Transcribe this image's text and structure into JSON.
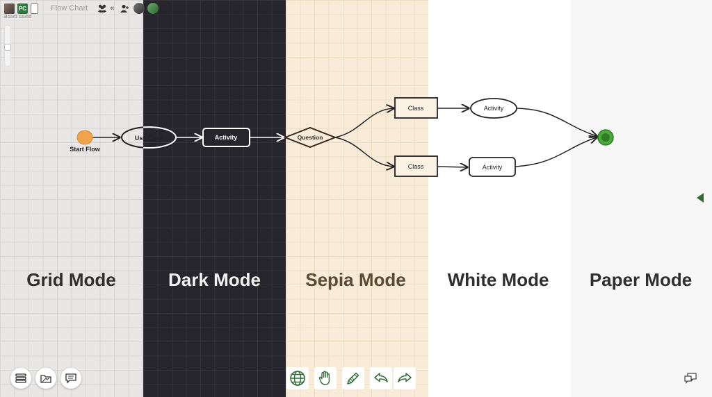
{
  "header": {
    "pc_badge": "PC",
    "board_title": "Flow Chart",
    "collapse_icon": "«",
    "saved_status": "Board saved"
  },
  "modes": [
    "Grid Mode",
    "Dark Mode",
    "Sepia Mode",
    "White Mode",
    "Paper Mode"
  ],
  "mode_colors": [
    "#2f2f2f",
    "#f2f2f2",
    "#5b4a32",
    "#2f2f2f",
    "#2f2f2f"
  ],
  "flow": {
    "start": "Start Flow",
    "use_case": "Use Case",
    "activity_1": "Activity",
    "question": "Question",
    "class_top": "Class",
    "class_bottom": "Class",
    "activity_top": "Activity",
    "activity_bottom": "Activity"
  },
  "icons": {
    "left_tools": [
      "list-icon",
      "folder-icon",
      "comment-icon"
    ],
    "center_tools": [
      "globe-icon",
      "hand-icon",
      "pencil-icon",
      "undo-icon",
      "redo-icon"
    ],
    "right": [
      "chat-bubbles-icon",
      "collapse-arrow-icon"
    ]
  },
  "colors": {
    "accent_green": "#2f6b35",
    "start_node": "#f0a34a",
    "end_node": "#4caa3c"
  }
}
